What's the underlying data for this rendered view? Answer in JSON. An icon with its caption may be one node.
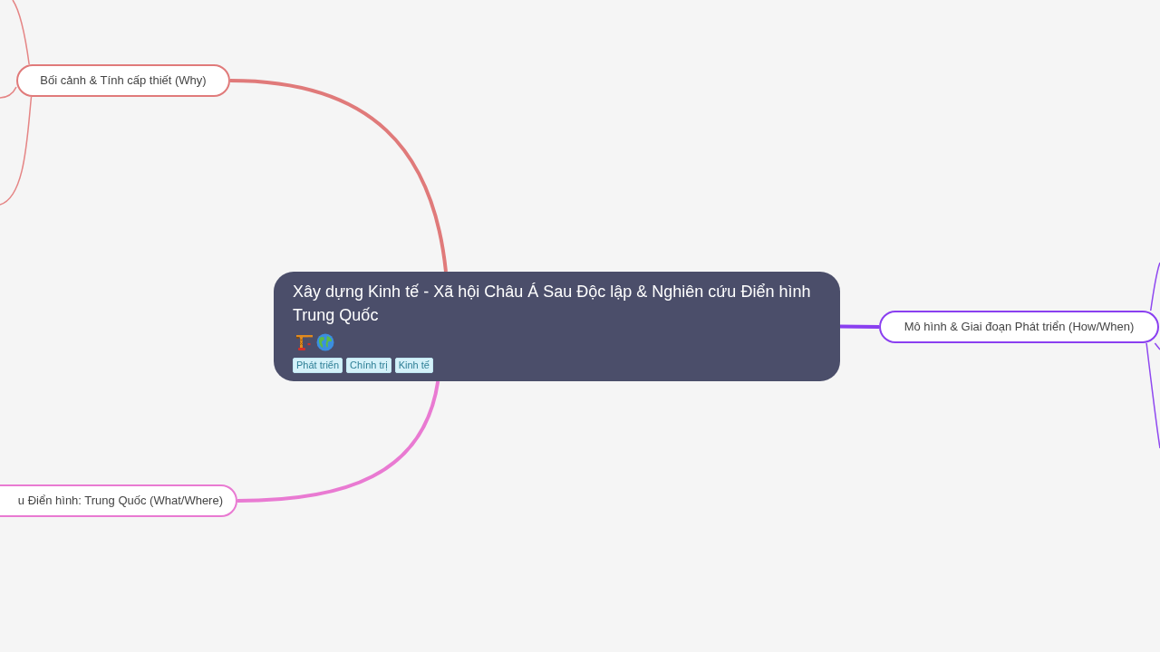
{
  "diagram": {
    "nodes": [
      {
        "text": [
          "Xây dựng Kinh tế - Xã hội Châu Á Sau Độc lập & Nghiên cứu Điển hình Trung Quốc",
          "Phát triển",
          "Chính trị",
          "Kinh tế"
        ]
      },
      {
        "text": [
          "Bối cảnh & Tính cấp thiết (Why)"
        ]
      },
      {
        "text": [
          "Mô hình & Giai đoạn Phát triển (How/When)"
        ]
      },
      {
        "text": [
          "u Điển hình: Trung Quốc (What/Where)"
        ]
      }
    ],
    "edges": [
      {
        "from": 0,
        "to": 1,
        "arrow": "none",
        "style": "thick",
        "color": "#e07a7a"
      },
      {
        "from": 0,
        "to": 2,
        "arrow": "none",
        "style": "thick",
        "color": "#8a3ff0"
      },
      {
        "from": 0,
        "to": 3,
        "arrow": "none",
        "style": "thick",
        "color": "#e97ad2"
      },
      {
        "from": 1,
        "to": null,
        "arrow": "none",
        "color": "#e58585"
      },
      {
        "from": 1,
        "to": null,
        "arrow": "none",
        "color": "#e58585"
      },
      {
        "from": 1,
        "to": null,
        "arrow": "none",
        "color": "#e58585"
      },
      {
        "from": 2,
        "to": null,
        "arrow": "none",
        "color": "#8f48f0"
      },
      {
        "from": 2,
        "to": null,
        "arrow": "none",
        "color": "#8f48f0"
      },
      {
        "from": 2,
        "to": null,
        "arrow": "none",
        "color": "#8f48f0"
      }
    ]
  }
}
